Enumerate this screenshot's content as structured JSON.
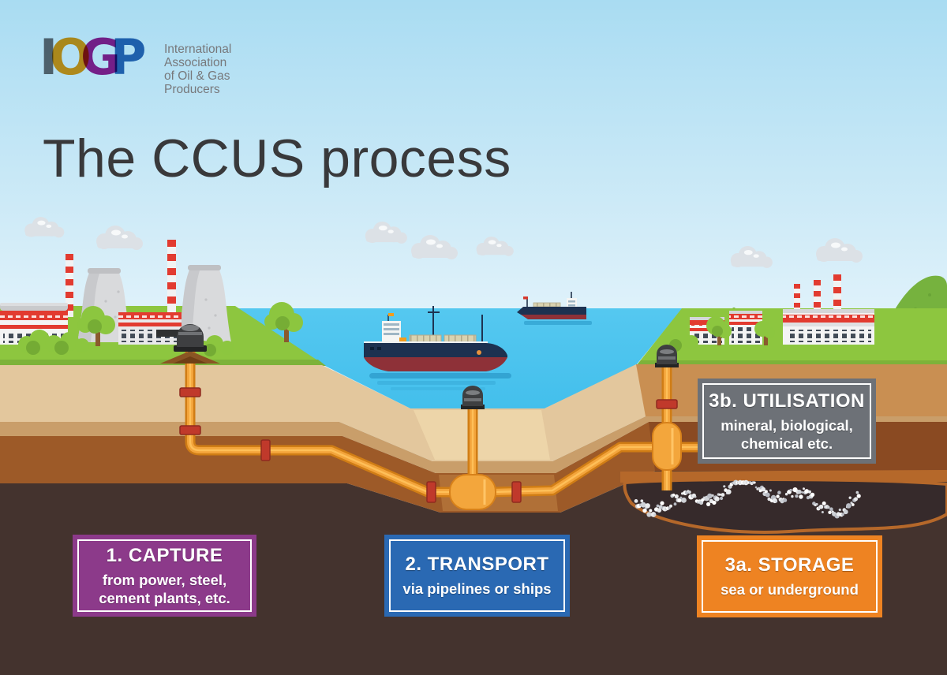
{
  "logo": {
    "letters": [
      {
        "char": "I",
        "color": "#6d6e71"
      },
      {
        "char": "O",
        "color": "#f49b1d"
      },
      {
        "char": "G",
        "color": "#a3238e"
      },
      {
        "char": "P",
        "color": "#2a6db5"
      }
    ],
    "org_lines": [
      "International",
      "Association",
      "of Oil & Gas",
      "Producers"
    ]
  },
  "title": "The CCUS process",
  "boxes": {
    "capture": {
      "title": "1. CAPTURE",
      "line1": "from power, steel,",
      "line2": "cement plants, etc.",
      "bg": "#8c3a8a"
    },
    "transport": {
      "title": "2. TRANSPORT",
      "line1": "via pipelines or ships",
      "line2": "",
      "bg": "#2a69b3"
    },
    "storage": {
      "title": "3a. STORAGE",
      "line1": "sea or underground",
      "line2": "",
      "bg": "#ee8322"
    },
    "utilisation": {
      "title": "3b. UTILISATION",
      "line1": "mineral, biological,",
      "line2": "chemical etc.",
      "bg": "#6d7177"
    }
  },
  "scene": {
    "elements": [
      "iogp-logo",
      "power-plant",
      "cooling-towers",
      "factory-buildings",
      "trees",
      "bushes",
      "clouds",
      "cargo-ship-large",
      "cargo-ship-small",
      "sea",
      "hills",
      "capture-wellhead",
      "seabed-wellhead",
      "utilisation-wellhead",
      "co2-pipeline",
      "pipeline-junction-vessel",
      "utilisation-vessel",
      "co2-storage-reservoir",
      "co2-bubbles",
      "underground-layers"
    ],
    "colors": {
      "sky": "#a9dcf2",
      "sea": "#4ac3ee",
      "grass": "#8dc63f",
      "pipeline": "#f3a43b",
      "pipeline_edge": "#d07d15",
      "flange_red": "#c0392b",
      "soil_beige": "#e3c79d",
      "soil_tan": "#c99e6a",
      "soil_brown": "#9d5a28",
      "soil_dark": "#44332e",
      "reservoir_rim": "#b5682a",
      "hull_navy": "#1d3150",
      "hull_red": "#8e3138",
      "chimney_red": "#e23b30"
    }
  }
}
